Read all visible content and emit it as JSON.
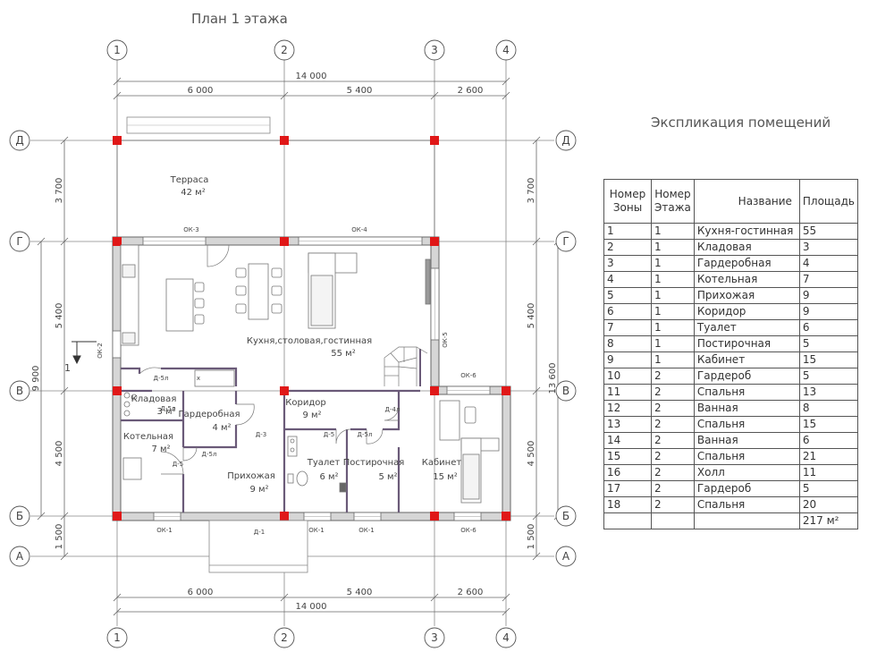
{
  "plan_title": "План 1 этажа",
  "explication_title": "Экспликация помещений",
  "axes": {
    "vertical": [
      "1",
      "2",
      "3",
      "4"
    ],
    "horizontal": [
      "Д",
      "Г",
      "В",
      "Б",
      "А"
    ]
  },
  "dimensions": {
    "total_width": "14 000",
    "spans": [
      "6 000",
      "5 400",
      "2 600"
    ],
    "left_side": [
      "3 700",
      "5 400",
      "4 500",
      "1 500"
    ],
    "left_mid": "9 900",
    "right_side": [
      "3 700",
      "5 400",
      "4 500",
      "1 500"
    ],
    "right_total": "13 600"
  },
  "rooms": {
    "terrace": {
      "name": "Терраса",
      "area": "42 м²"
    },
    "kitchen": {
      "name": "Кухня,столовая,гостинная",
      "area": "55 м²"
    },
    "storage": {
      "name": "Кладовая",
      "area": "3 м²"
    },
    "wardrobe": {
      "name": "Гардеробная",
      "area": "4 м²"
    },
    "boiler": {
      "name": "Котельная",
      "area": "7 м²"
    },
    "hallway": {
      "name": "Прихожая",
      "area": "9 м²"
    },
    "corridor": {
      "name": "Коридор",
      "area": "9 м²"
    },
    "toilet": {
      "name": "Туалет",
      "area": "6 м²"
    },
    "laundry": {
      "name": "Постирочная",
      "area": "5 м²"
    },
    "office": {
      "name": "Кабинет",
      "area": "15 м²"
    }
  },
  "marks": {
    "windows": [
      "ОК-3",
      "ОК-4",
      "ОК-5",
      "ОК-6",
      "ОК-2",
      "ОК-1",
      "ОК-1",
      "ОК-1",
      "ОК-6"
    ],
    "doors": [
      "Д-5л",
      "Д-5л",
      "Д-3",
      "Д-5",
      "Д-5л",
      "Д-5",
      "Д-5л",
      "Д-4л",
      "Д-1"
    ],
    "x_mark": "x",
    "section": "1"
  },
  "table": {
    "headers": [
      "Номер\nЗоны",
      "Номер\nЭтажа",
      "Название",
      "Площадь"
    ],
    "rows": [
      [
        "1",
        "1",
        "Кухня-гостинная",
        "55"
      ],
      [
        "2",
        "1",
        "Кладовая",
        "3"
      ],
      [
        "3",
        "1",
        "Гардеробная",
        "4"
      ],
      [
        "4",
        "1",
        "Котельная",
        "7"
      ],
      [
        "5",
        "1",
        "Прихожая",
        "9"
      ],
      [
        "6",
        "1",
        "Коридор",
        "9"
      ],
      [
        "7",
        "1",
        "Туалет",
        "6"
      ],
      [
        "8",
        "1",
        "Постирочная",
        "5"
      ],
      [
        "9",
        "1",
        "Кабинет",
        "15"
      ],
      [
        "10",
        "2",
        "Гардероб",
        "5"
      ],
      [
        "11",
        "2",
        "Спальня",
        "13"
      ],
      [
        "12",
        "2",
        "Ванная",
        "8"
      ],
      [
        "13",
        "2",
        "Спальня",
        "15"
      ],
      [
        "14",
        "2",
        "Ванная",
        "6"
      ],
      [
        "15",
        "2",
        "Спальня",
        "21"
      ],
      [
        "16",
        "2",
        "Холл",
        "11"
      ],
      [
        "17",
        "2",
        "Гардероб",
        "5"
      ],
      [
        "18",
        "2",
        "Спальня",
        "20"
      ]
    ],
    "total": "217 м²"
  },
  "colors": {
    "column": "#e01818",
    "wall_fill": "#d6d6d6",
    "wall_stroke": "#666666",
    "partition": "#6a5a78",
    "line": "#555555"
  }
}
